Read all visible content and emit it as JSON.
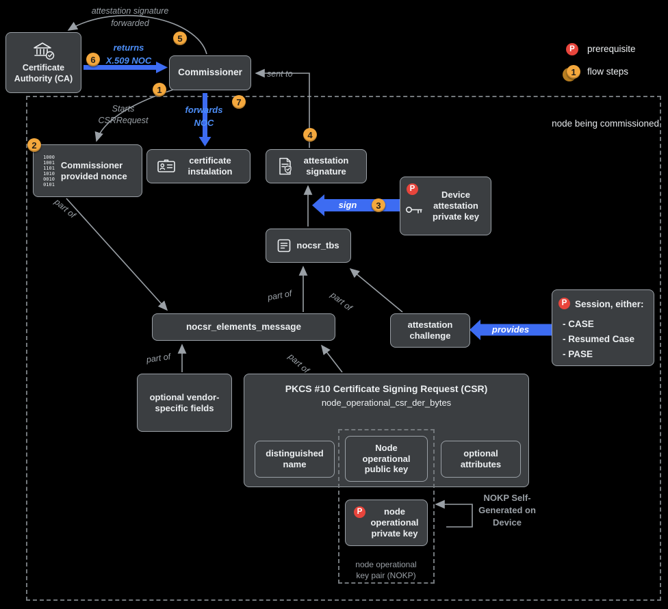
{
  "legend": {
    "p": "P",
    "sample_step": "1",
    "prerequisite": "prerequisite",
    "flow_steps": "flow steps"
  },
  "regions": {
    "node_commissioned": "node being commissioned",
    "nokp": "node operational key pair (NOKP)"
  },
  "nodes": {
    "ca": {
      "label": "Certificate Authority (CA)"
    },
    "commissioner": {
      "label": "Commissioner"
    },
    "nonce": {
      "label": "Commissioner provided nonce",
      "binary": "1000\n1001\n1101\n1010\n0010\n0101"
    },
    "cert_install": {
      "label": "certificate instalation"
    },
    "attestation_signature": {
      "label": "attestation signature"
    },
    "device_key": {
      "label": "Device attestation private key"
    },
    "nocsr_tbs": {
      "label": "nocsr_tbs"
    },
    "nocsr_elements": {
      "label": "nocsr_elements_message"
    },
    "attestation_challenge": {
      "label": "attestation challenge"
    },
    "session": {
      "title": "Session, either:",
      "items": "- CASE\n- Resumed Case\n- PASE"
    },
    "vendor_fields": {
      "label": "optional vendor-specific fields"
    },
    "pkcs": {
      "title": "PKCS #10 Certificate Signing Request (CSR)",
      "subtitle": "node_operational_csr_der_bytes"
    },
    "distinguished_name": {
      "label": "distinguished name"
    },
    "node_public_key": {
      "label": "Node operational public key"
    },
    "optional_attributes": {
      "label": "optional attributes"
    },
    "node_private_key": {
      "label": "node operational private key"
    }
  },
  "edges": {
    "attestation_forwarded": "attestation signature\nforwarded",
    "returns_noc": "returns\nX.509 NOC",
    "starts_csr": "Starts\nCSRRequest",
    "forwards_noc": "forwards\nNOC",
    "sent_to": "sent to",
    "sign": "sign",
    "provides": "provides",
    "part_of": "part of",
    "nokp_note": "NOKP Self-Generated on Device"
  },
  "steps": {
    "s1": "1",
    "s2": "2",
    "s3": "3",
    "s4": "4",
    "s5": "5",
    "s6": "6",
    "s7": "7"
  },
  "colors": {
    "blue_arrow": "#3d6cf2",
    "blue_text": "#4d8ef7",
    "step_badge": "#f4a83d",
    "prerequisite_badge": "#e8453c",
    "box_bg": "#3b3e41",
    "box_border": "#9aa0a6",
    "muted_text": "#9aa0a6"
  }
}
